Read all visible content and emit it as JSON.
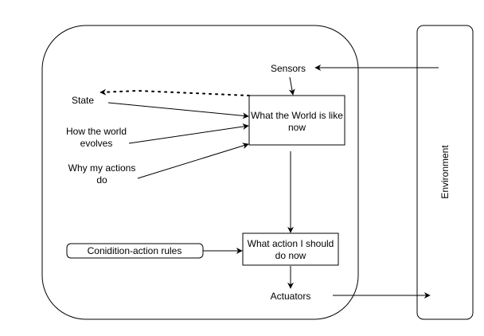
{
  "colors": {
    "stroke": "#000000",
    "background": "#ffffff",
    "text": "#000000"
  },
  "agent": {
    "sensors": "Sensors",
    "actuators": "Actuators",
    "state": "State",
    "world_evolves": {
      "line1": "How the world",
      "line2": "evolves"
    },
    "actions_do": {
      "line1": "Why my actions",
      "line2": "do"
    },
    "rules": "Conidition-action rules"
  },
  "world_box": {
    "line1": "What the World is like",
    "line2": "now"
  },
  "action_box": {
    "line1": "What action I should",
    "line2": "do now"
  },
  "environment": {
    "label": "Environment"
  }
}
